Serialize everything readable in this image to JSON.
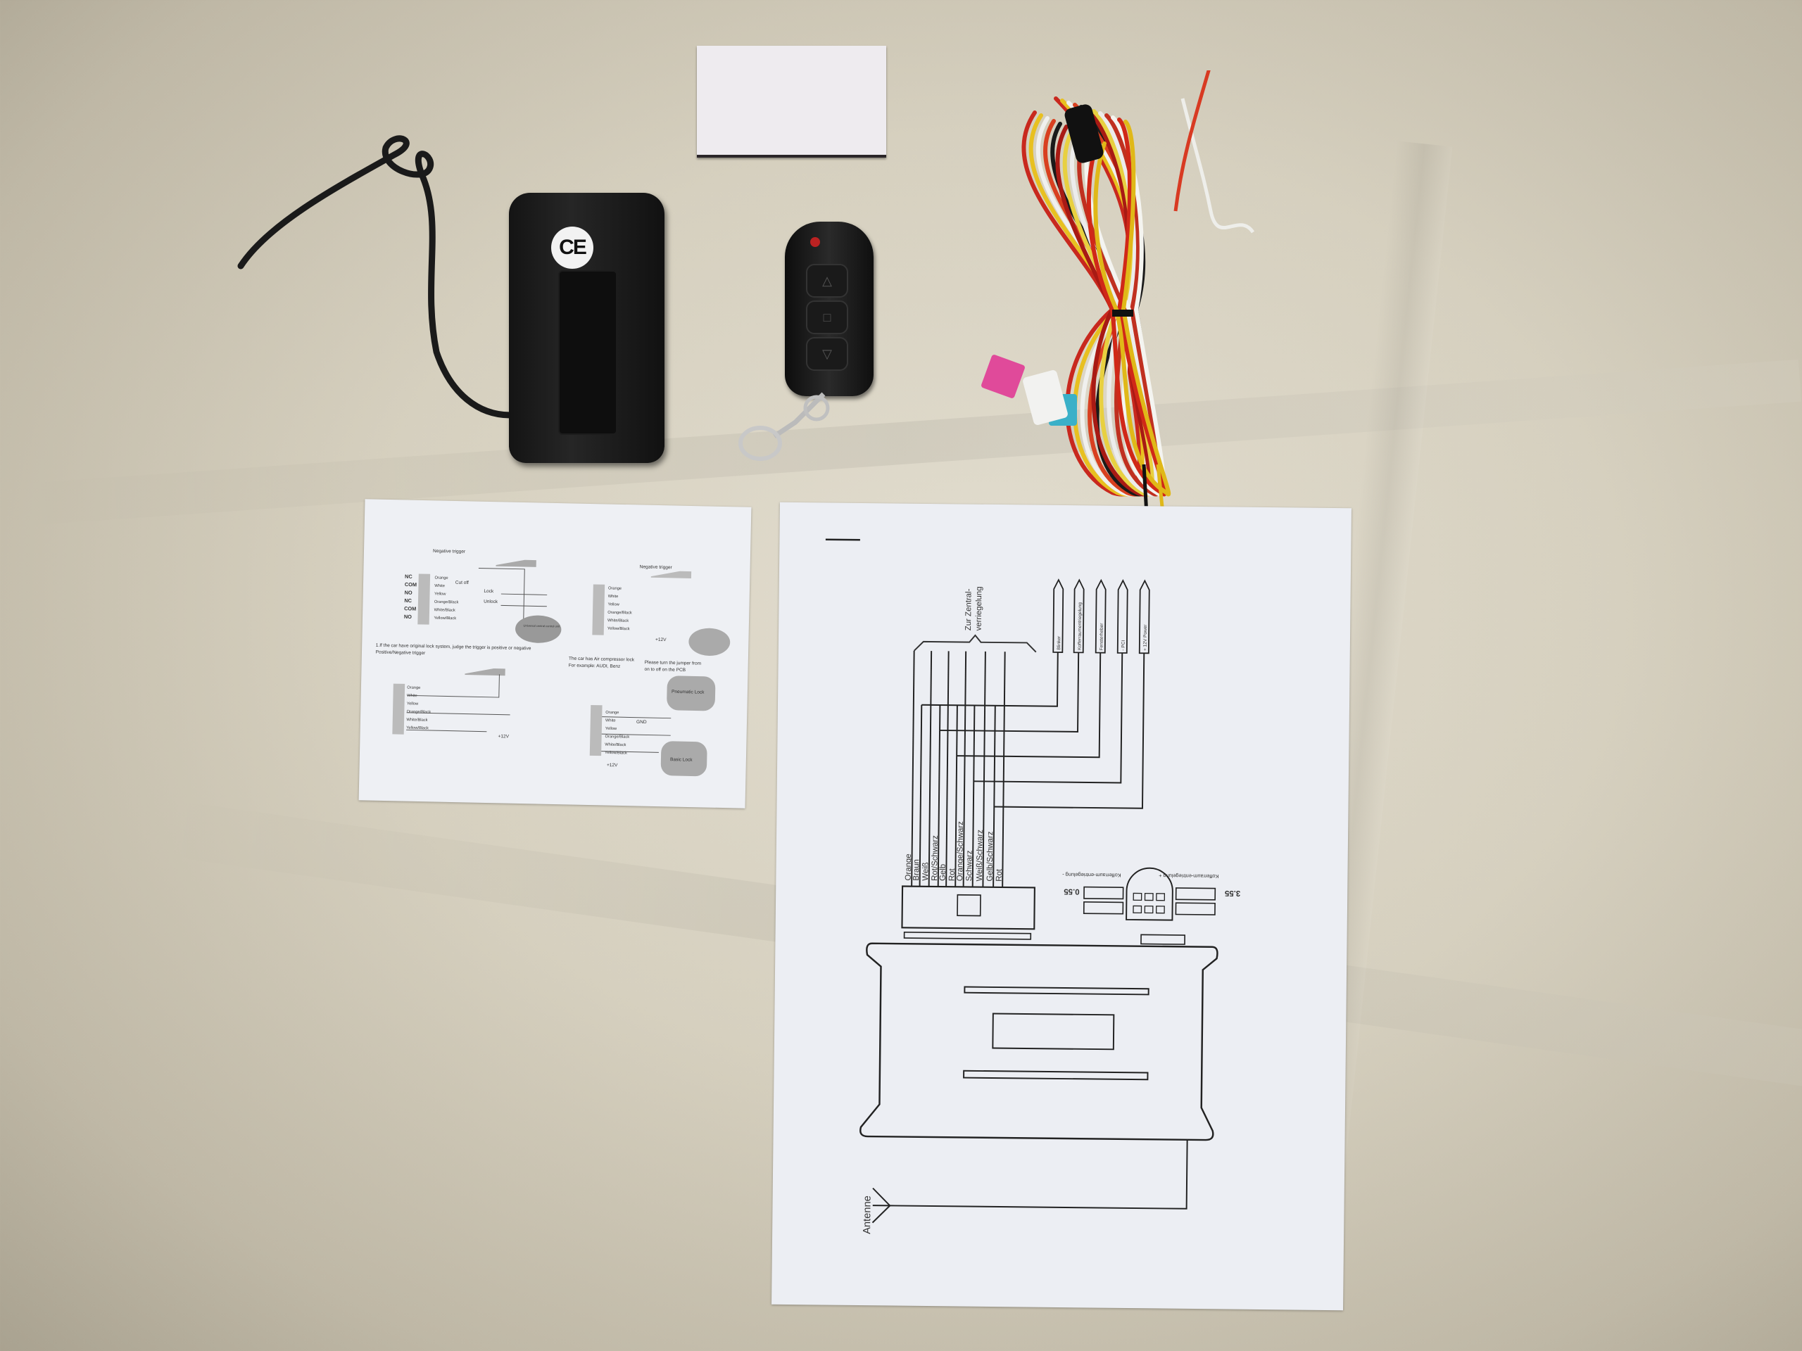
{
  "module": {
    "logo": "CE"
  },
  "remote": {
    "buttons": [
      "△",
      "□",
      "▽"
    ]
  },
  "harness": {
    "wire_colors": [
      "#c8281e",
      "#e8c020",
      "#f0f0ee",
      "#d84020",
      "#1a1a1a",
      "#a81a14",
      "#e8d040",
      "#ececec",
      "#c03020",
      "#f4f4f0",
      "#d02818",
      "#e0b818"
    ],
    "fuse_colors": [
      "#e04a9a",
      "#3ab0c8"
    ]
  },
  "small_sheet": {
    "title_a": "Negative trigger",
    "title_b": "Negative trigger",
    "pins": [
      "NC",
      "COM",
      "NO",
      "NC",
      "COM",
      "NO"
    ],
    "wires": [
      "Orange",
      "White",
      "Yellow",
      "Orange/Black",
      "White/Black",
      "Yellow/Black"
    ],
    "cut_off": "Cut off",
    "lock": "Lock",
    "unlock": "Unlock",
    "unit": "Universal central control unit",
    "plus12": "+12V",
    "gnd": "GND",
    "note1": "1.If the car have original lock system, judge the trigger is positive or negative",
    "note1b": "Positive/Negative trigger",
    "note2": "The car has Air compressor lock",
    "note2b": "For example: AUDI, Benz",
    "note3": "Please turn the jumper from",
    "note3b": "on to off on the PCB",
    "pneumatic": "Pneumatic Lock",
    "basic": "Basic Lock"
  },
  "diagram": {
    "brace_label_1": "Zur Zentral-",
    "brace_label_2": "verriegelung",
    "connectors": [
      "Blinker",
      "Kofferraumentriegelung",
      "Fensterheber",
      "- PCI",
      "+ 12V Power"
    ],
    "wire_labels": [
      "Orange",
      "Braun",
      "Weiß",
      "Rot/Schwarz",
      "Gelb",
      "Rot",
      "Orange/Schwarz",
      "Schwarz",
      "Weiß/Schwarz",
      "Gelb/Schwarz",
      "Rot"
    ],
    "plug_label_left": "Kofferraum-entriegelung -",
    "plug_label_right": "Kofferraum-entriegelung +",
    "plug_value_left": "0.55",
    "plug_value_right": "3.55",
    "antenna_label": "Antenne"
  }
}
